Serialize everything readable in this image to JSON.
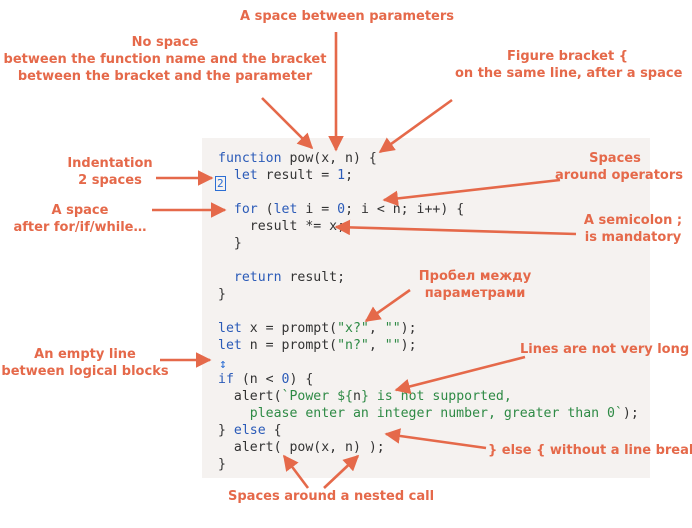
{
  "labels": {
    "param_space": "A space between parameters",
    "no_space_1": "No space",
    "no_space_2": "between the function name and the bracket",
    "no_space_3": "between the bracket and the parameter",
    "figure_1": "Figure bracket {",
    "figure_2": "on the same line, after a space",
    "indent_1": "Indentation",
    "indent_2": "2 spaces",
    "ops_1": "Spaces",
    "ops_2": "around operators",
    "after_for_1": "A space",
    "after_for_2": "after for/if/while…",
    "semicolon_1": "A semicolon ;",
    "semicolon_2": "is mandatory",
    "ru_1": "Пробел между",
    "ru_2": "параметрами",
    "empty_1": "An empty line",
    "empty_2": "between logical blocks",
    "long_lines": "Lines are not very long",
    "else": "} else { without a line break",
    "nested": "Spaces around a nested call"
  },
  "markers": {
    "indent_marker": "2",
    "empty_line_marker": "↕"
  },
  "code_lines": [
    [
      {
        "t": "function",
        "c": "kw"
      },
      {
        "t": " pow(x, n) {",
        "c": "plain"
      }
    ],
    [
      {
        "t": "  ",
        "c": "plain"
      },
      {
        "t": "let",
        "c": "kw"
      },
      {
        "t": " result = ",
        "c": "plain"
      },
      {
        "t": "1",
        "c": "kw"
      },
      {
        "t": ";",
        "c": "plain"
      }
    ],
    [
      {
        "t": "",
        "c": "plain"
      }
    ],
    [
      {
        "t": "  ",
        "c": "plain"
      },
      {
        "t": "for",
        "c": "kw"
      },
      {
        "t": " (",
        "c": "plain"
      },
      {
        "t": "let",
        "c": "kw"
      },
      {
        "t": " i = ",
        "c": "plain"
      },
      {
        "t": "0",
        "c": "kw"
      },
      {
        "t": "; i < n; i++) {",
        "c": "plain"
      }
    ],
    [
      {
        "t": "    result *= x;",
        "c": "plain"
      }
    ],
    [
      {
        "t": "  }",
        "c": "plain"
      }
    ],
    [
      {
        "t": "",
        "c": "plain"
      }
    ],
    [
      {
        "t": "  ",
        "c": "plain"
      },
      {
        "t": "return",
        "c": "kw"
      },
      {
        "t": " result;",
        "c": "plain"
      }
    ],
    [
      {
        "t": "}",
        "c": "plain"
      }
    ],
    [
      {
        "t": "",
        "c": "plain"
      }
    ],
    [
      {
        "t": "let",
        "c": "kw"
      },
      {
        "t": " x = prompt(",
        "c": "plain"
      },
      {
        "t": "\"x?\"",
        "c": "str"
      },
      {
        "t": ", ",
        "c": "plain"
      },
      {
        "t": "\"\"",
        "c": "str"
      },
      {
        "t": ");",
        "c": "plain"
      }
    ],
    [
      {
        "t": "let",
        "c": "kw"
      },
      {
        "t": " n = prompt(",
        "c": "plain"
      },
      {
        "t": "\"n?\"",
        "c": "str"
      },
      {
        "t": ", ",
        "c": "plain"
      },
      {
        "t": "\"\"",
        "c": "str"
      },
      {
        "t": ");",
        "c": "plain"
      }
    ],
    [
      {
        "t": "",
        "c": "plain"
      }
    ],
    [
      {
        "t": "if",
        "c": "kw"
      },
      {
        "t": " (n < ",
        "c": "plain"
      },
      {
        "t": "0",
        "c": "kw"
      },
      {
        "t": ") {",
        "c": "plain"
      }
    ],
    [
      {
        "t": "  alert(",
        "c": "plain"
      },
      {
        "t": "`Power ${",
        "c": "str"
      },
      {
        "t": "n",
        "c": "plain"
      },
      {
        "t": "} is not supported,",
        "c": "str"
      }
    ],
    [
      {
        "t": "    please enter an integer number, greater than 0`",
        "c": "str"
      },
      {
        "t": ");",
        "c": "plain"
      }
    ],
    [
      {
        "t": "} ",
        "c": "plain"
      },
      {
        "t": "else",
        "c": "kw"
      },
      {
        "t": " {",
        "c": "plain"
      }
    ],
    [
      {
        "t": "  alert( pow(x, n) );",
        "c": "plain"
      }
    ],
    [
      {
        "t": "}",
        "c": "plain"
      }
    ]
  ],
  "colors": {
    "annotation": "#e5694a",
    "keyword": "#2b5bb8",
    "string": "#2e8a45",
    "code_background": "#f5f2f0"
  }
}
